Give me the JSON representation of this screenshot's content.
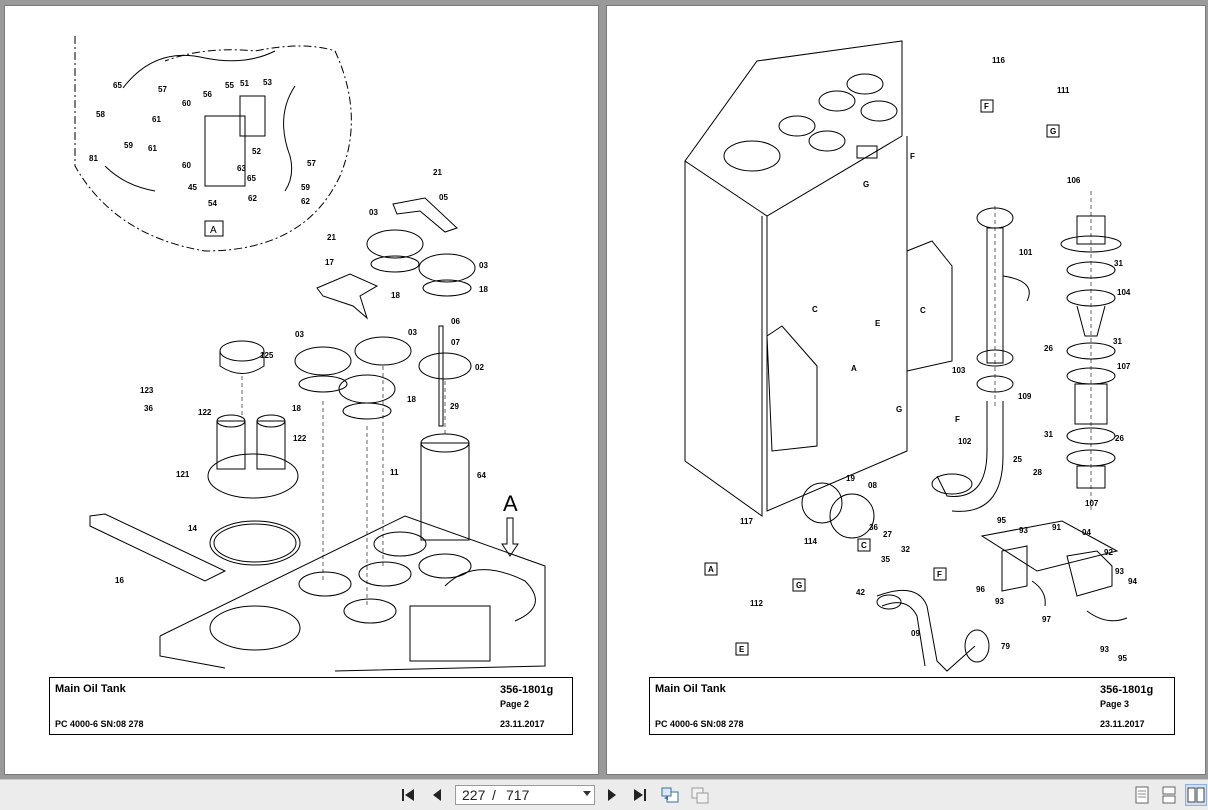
{
  "viewer": {
    "current_page": "227",
    "separator": "/",
    "total_pages": "717"
  },
  "pages": [
    {
      "title": "Main Oil Tank",
      "doc_number": "356-1801g",
      "page_label": "Page 2",
      "machine": "PC 4000-6 SN:08 278",
      "date": "23.11.2017",
      "detail_letter": "A",
      "callouts": [
        "65",
        "57",
        "55",
        "56",
        "51",
        "53",
        "58",
        "61",
        "60",
        "59",
        "81",
        "61",
        "52",
        "60",
        "63",
        "57",
        "65",
        "45",
        "59",
        "62",
        "54",
        "62",
        "21",
        "05",
        "03",
        "21",
        "17",
        "03",
        "18",
        "18",
        "06",
        "07",
        "02",
        "125",
        "03",
        "03",
        "18",
        "29",
        "18",
        "123",
        "36",
        "122",
        "122",
        "121",
        "11",
        "64",
        "14",
        "16",
        "A"
      ]
    },
    {
      "title": "Main Oil Tank",
      "doc_number": "356-1801g",
      "page_label": "Page 3",
      "machine": "PC 4000-6 SN:08 278",
      "date": "23.11.2017",
      "callouts": [
        "116",
        "111",
        "F",
        "G",
        "F",
        "G",
        "106",
        "101",
        "31",
        "104",
        "C",
        "E",
        "C",
        "A",
        "31",
        "26",
        "103",
        "107",
        "109",
        "G",
        "F",
        "26",
        "102",
        "31",
        "25",
        "28",
        "19",
        "08",
        "107",
        "117",
        "04",
        "36",
        "27",
        "95",
        "91",
        "93",
        "A",
        "C",
        "114",
        "35",
        "32",
        "92",
        "96",
        "93",
        "G",
        "93",
        "F",
        "94",
        "42",
        "112",
        "97",
        "09",
        "79",
        "93",
        "95",
        "E"
      ]
    }
  ]
}
